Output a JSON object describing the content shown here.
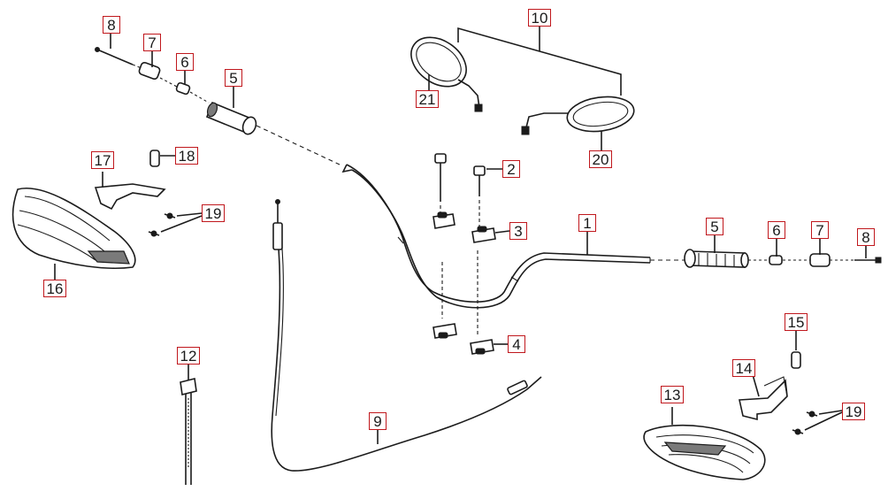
{
  "colors": {
    "callout_border": "#c0181d",
    "line": "#1b1b1b",
    "background": "#ffffff"
  },
  "callouts": {
    "c1": "1",
    "c2": "2",
    "c3": "3",
    "c4": "4",
    "c5_left": "5",
    "c5_right": "5",
    "c6_left": "6",
    "c6_right": "6",
    "c7_left": "7",
    "c7_right": "7",
    "c8_left": "8",
    "c8_right": "8",
    "c9": "9",
    "c10": "10",
    "c12": "12",
    "c13": "13",
    "c14": "14",
    "c15": "15",
    "c16": "16",
    "c17": "17",
    "c18": "18",
    "c19_left": "19",
    "c19_right": "19",
    "c20": "20",
    "c21": "21"
  }
}
